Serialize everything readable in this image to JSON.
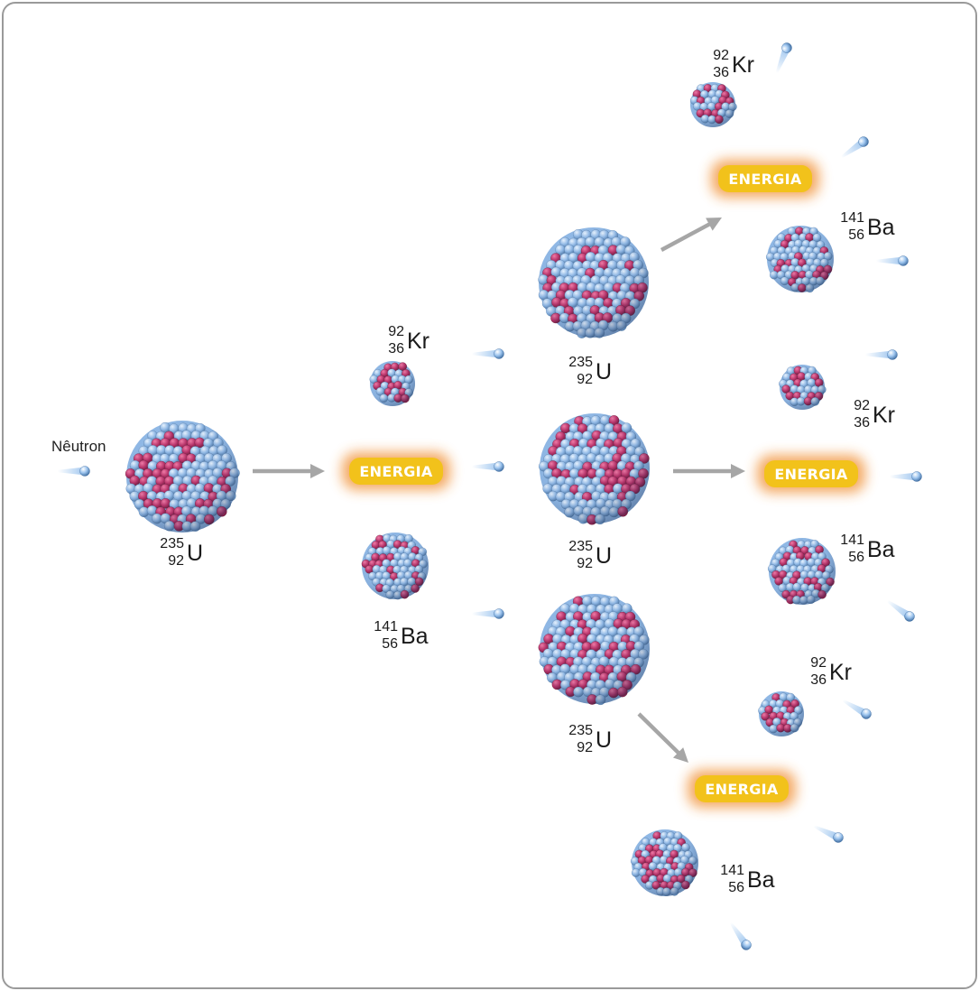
{
  "neutron_label": "Nêutron",
  "energy_label": "ENERGIA",
  "isotopes": {
    "uranium": {
      "mass": "235",
      "atomic": "92",
      "symbol": "U"
    },
    "krypton": {
      "mass": "92",
      "atomic": "36",
      "symbol": "Kr"
    },
    "barium": {
      "mass": "141",
      "atomic": "56",
      "symbol": "Ba"
    }
  },
  "colors": {
    "proton": "#b8336a",
    "neutron": "#8fb8e6",
    "arrow": "#a6a6a6",
    "energy_core": "#f2c21b",
    "energy_glow": "#f08c2e",
    "frame": "#9a9a9a"
  }
}
